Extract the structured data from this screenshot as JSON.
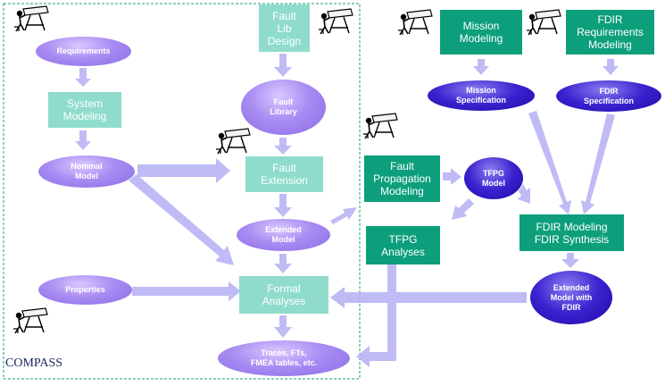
{
  "boxes": {
    "system_modeling": "System\nModeling",
    "fault_lib_design": "Fault\nLib\nDesign",
    "fault_extension": "Fault\nExtension",
    "formal_analyses": "Formal\nAnalyses",
    "mission_modeling": "Mission\nModeling",
    "fdir_requirements_modeling": "FDIR\nRequirements\nModeling",
    "fault_propagation_modeling": "Fault\nPropagation\nModeling",
    "tfpg_analyses": "TFPG\nAnalyses",
    "fdir_modeling_synthesis": "FDIR Modeling\nFDIR Synthesis"
  },
  "ovals": {
    "requirements": "Requirements",
    "nominal_model": "Nominal\nModel",
    "properties": "Properties",
    "fault_library": "Fault\nLibrary",
    "extended_model": "Extended\nModel",
    "traces": "Traces, FTs,\nFMEA tables, etc.",
    "mission_specification": "Mission\nSpecification",
    "fdir_specification": "FDIR\nSpecification",
    "tfpg_model": "TFPG\nModel",
    "extended_model_with_fdir": "Extended\nModel with\nFDIR"
  },
  "compass_label": "COMPASS",
  "colors": {
    "box_light": "#8fdccc",
    "box_dark": "#0d9f7c",
    "oval_light": "#a98cf2",
    "oval_dark": "#2a14c0",
    "arrow": "#b9b4f4",
    "frame": "#1b9c7a"
  },
  "icons": [
    "designer-at-drafting-table-icon"
  ]
}
